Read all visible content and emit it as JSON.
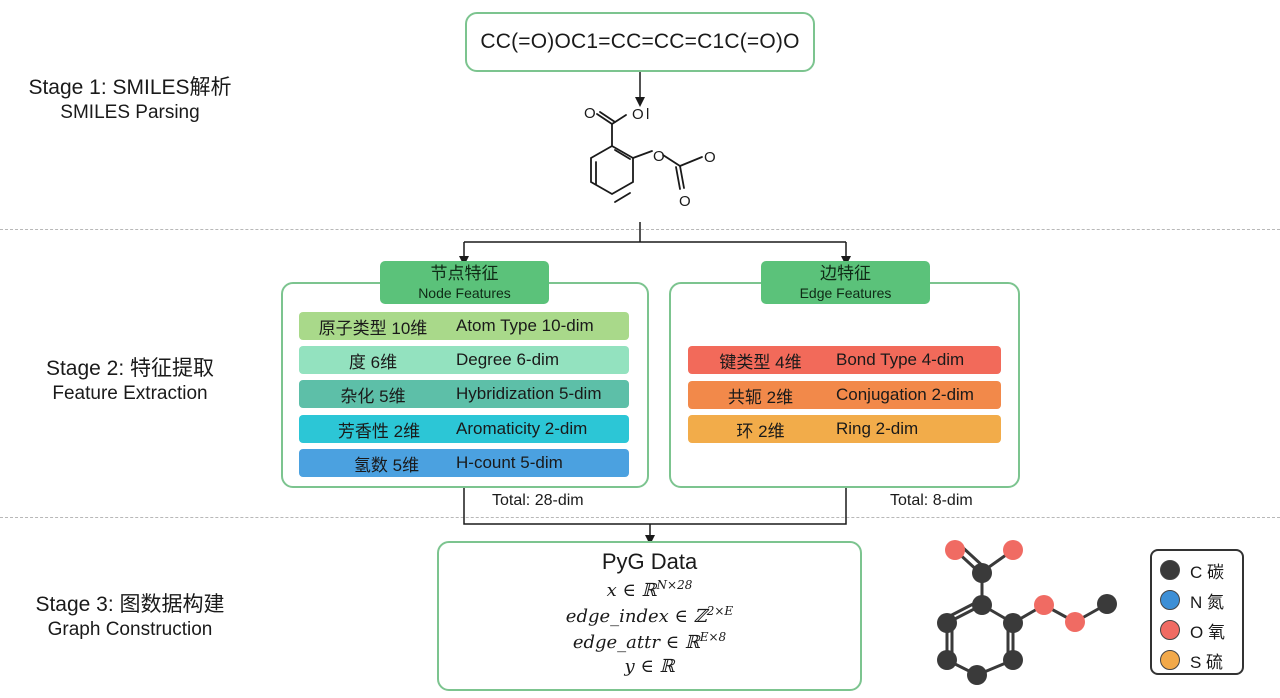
{
  "smiles": "CC(=O)OC1=CC=CC=C1C(=O)O",
  "stages": [
    {
      "line1": "Stage 1: SMILES解析",
      "line2": "SMILES Parsing"
    },
    {
      "line1": "Stage 2: 特征提取",
      "line2": "Feature Extraction"
    },
    {
      "line1": "Stage 3: 图数据构建",
      "line2": "Graph Construction"
    }
  ],
  "molecule_labels": {
    "o1": "O",
    "o1_suffix": "l",
    "o2": "O",
    "o3": "O",
    "o4": "O"
  },
  "node_features": {
    "title_zh": "节点特征",
    "title_en": "Node Features",
    "rows": [
      {
        "zh": "原子类型 10维",
        "en": "Atom Type 10-dim",
        "color": "#a9d98a"
      },
      {
        "zh": "度 6维",
        "en": "Degree 6-dim",
        "color": "#93e2bf"
      },
      {
        "zh": "杂化 5维",
        "en": "Hybridization 5-dim",
        "color": "#5dbfa8"
      },
      {
        "zh": "芳香性 2维",
        "en": "Aromaticity 2-dim",
        "color": "#2cc6d6"
      },
      {
        "zh": "氢数 5维",
        "en": "H-count 5-dim",
        "color": "#4ba1e0"
      }
    ],
    "total": "Total: 28-dim"
  },
  "edge_features": {
    "title_zh": "边特征",
    "title_en": "Edge Features",
    "rows": [
      {
        "zh": "键类型 4维",
        "en": "Bond Type 4-dim",
        "color": "#f26a5a"
      },
      {
        "zh": "共轭 2维",
        "en": "Conjugation 2-dim",
        "color": "#f2894a"
      },
      {
        "zh": "环 2维",
        "en": "Ring 2-dim",
        "color": "#f2ac4a"
      }
    ],
    "total": "Total: 8-dim"
  },
  "pyg": {
    "title": "PyG Data",
    "lines": [
      {
        "base": "x ∈ ℝ",
        "sup": "N×28"
      },
      {
        "base": "edge_index ∈ ℤ",
        "sup": "2×E"
      },
      {
        "base": "edge_attr ∈ ℝ",
        "sup": "E×8"
      },
      {
        "base": "y ∈ ℝ",
        "sup": ""
      }
    ]
  },
  "legend": [
    {
      "label": "C 碳",
      "color": "#3a3a3a"
    },
    {
      "label": "N 氮",
      "color": "#3d8fd6"
    },
    {
      "label": "O 氧",
      "color": "#f06b63"
    },
    {
      "label": "S 硫",
      "color": "#f2a94a"
    }
  ],
  "colors": {
    "box_border": "#7cc48f",
    "title_fill": "#5bc27a",
    "atom_c": "#3a3a3a",
    "atom_o": "#f06b63"
  }
}
